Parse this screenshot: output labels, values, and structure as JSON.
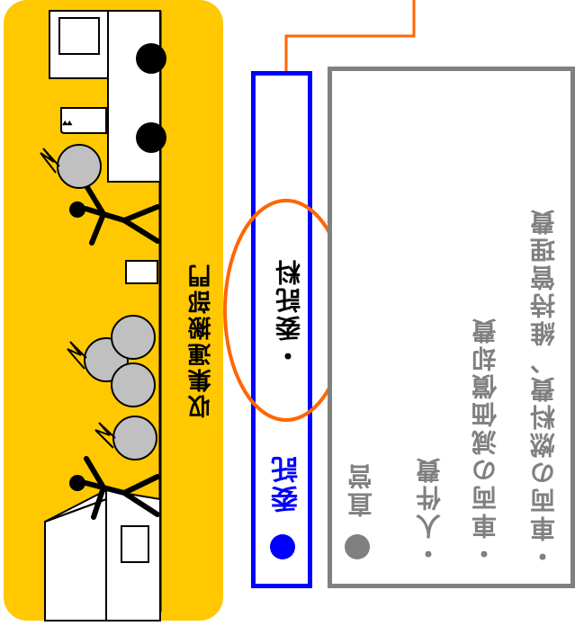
{
  "collection_panel": {
    "label": "収集運搬部門",
    "background_color": "#ffc800"
  },
  "consignment_box": {
    "heading": "委託",
    "item": "・委託料",
    "border_color": "#0000ff",
    "bullet_color": "#0000ff"
  },
  "direct_box": {
    "heading": "直営",
    "items": [
      "・人件費",
      "・車両の減価償却費",
      "・車両の燃料費、維持管理費"
    ],
    "border_color": "#808080",
    "text_color": "#808080"
  },
  "connector": {
    "color": "#ff6600"
  }
}
